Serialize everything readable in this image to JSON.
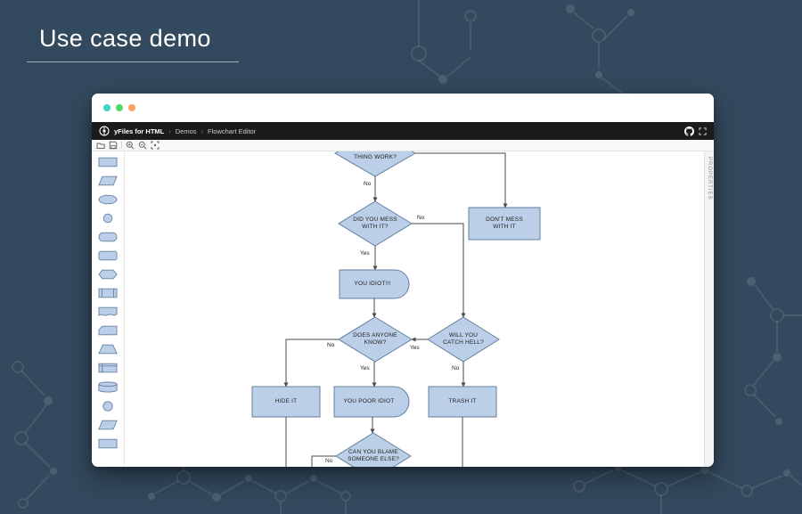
{
  "hero": {
    "title": "Use case demo"
  },
  "theme": {
    "page_bg": "#33495d",
    "navbar_bg": "#1b1b1b",
    "node_fill": "#bccfe8",
    "node_stroke": "#64809e",
    "edge_color": "#4a4a4a",
    "dot_1": "#3ed6c0",
    "dot_2": "#53d769",
    "dot_3": "#fca15f",
    "hero_text": "#ffffff"
  },
  "window": {
    "nav": {
      "brand": "yFiles for HTML",
      "separator": "›",
      "crumbs": [
        "Demos",
        "Flowchart Editor"
      ]
    },
    "properties_label": "PROPERTIES",
    "icons": {
      "nav_right": [
        "github",
        "fullscreen"
      ],
      "toolbar": [
        "open",
        "save",
        "zoom-in",
        "zoom-out",
        "fit-content"
      ],
      "palette": [
        "process",
        "data",
        "ellipse",
        "connector",
        "terminator",
        "rounded-rectangle",
        "preparation",
        "predefined-process",
        "document",
        "card",
        "trapezoid",
        "internal-storage",
        "database",
        "circle",
        "parallelogram",
        "rectangle"
      ]
    }
  },
  "flowchart": {
    "nodes": [
      {
        "id": "thing-work",
        "type": "decision",
        "label": "THING WORK?"
      },
      {
        "id": "did-you-mess",
        "type": "decision",
        "label": "DID YOU MESS WITH IT?"
      },
      {
        "id": "dont-mess",
        "type": "process",
        "label": "DON'T MESS WITH IT"
      },
      {
        "id": "you-idiot",
        "type": "delay",
        "label": "YOU IDIOT!!!"
      },
      {
        "id": "does-anyone",
        "type": "decision",
        "label": "DOES ANYONE KNOW?"
      },
      {
        "id": "catch-hell",
        "type": "decision",
        "label": "WILL YOU CATCH HELL?"
      },
      {
        "id": "hide-it",
        "type": "process",
        "label": "HIDE IT"
      },
      {
        "id": "you-poor-idiot",
        "type": "delay",
        "label": "YOU POOR IDIOT"
      },
      {
        "id": "trash-it",
        "type": "process",
        "label": "TRASH IT"
      },
      {
        "id": "can-you-blame",
        "type": "decision",
        "label": "CAN YOU BLAME SOMEONE ELSE?"
      }
    ],
    "edge_labels": [
      "No",
      "No",
      "Yes",
      "No",
      "Yes",
      "Yes",
      "No",
      "No"
    ]
  }
}
